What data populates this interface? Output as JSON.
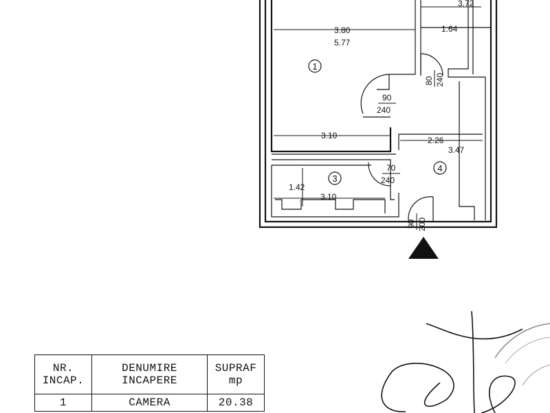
{
  "plan": {
    "dimensions": {
      "top_right_width": "3.72",
      "room1_width": "3.80",
      "room1_length": "5.77",
      "corridor_width": "1.64",
      "room1_bottom_width": "3.10",
      "room4_width": "2.26",
      "room4_length": "3.47",
      "room3_depth": "1.42",
      "room3_width": "3.10"
    },
    "doors": [
      {
        "top": "80",
        "bottom": "240"
      },
      {
        "top": "90",
        "bottom": "240"
      },
      {
        "top": "70",
        "bottom": "240"
      },
      {
        "top": "90",
        "bottom": "200"
      }
    ],
    "room_numbers": [
      "1",
      "3",
      "4"
    ]
  },
  "legend": {
    "headers": [
      {
        "line1": "NR.",
        "line2": "INCAP."
      },
      {
        "line1": "DENUMIRE",
        "line2": "INCAPERE"
      },
      {
        "line1": "SUPRAF",
        "line2": "mp"
      }
    ],
    "rows": [
      {
        "nr": "1",
        "name": "CAMERA",
        "area": "20.38"
      }
    ]
  }
}
